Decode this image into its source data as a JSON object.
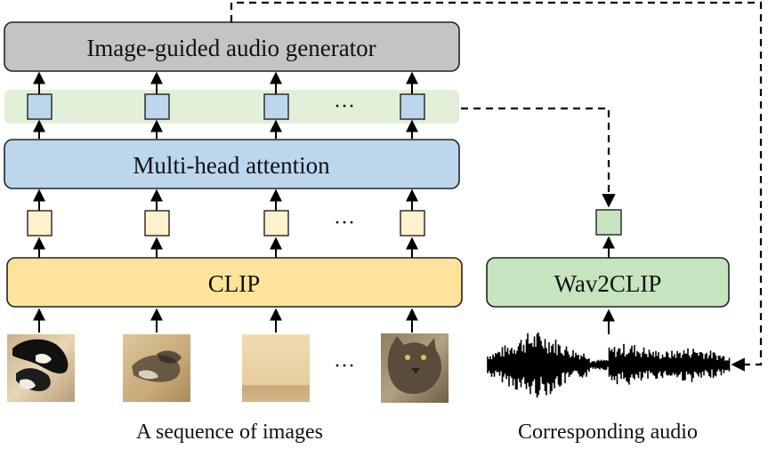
{
  "boxes": {
    "generator": {
      "label": "Image-guided audio generator",
      "fill": "#c4c4c4"
    },
    "attention": {
      "label": "Multi-head attention",
      "fill": "#bcd6ee"
    },
    "clip": {
      "label": "CLIP",
      "fill": "#fde49a"
    },
    "wav2clip": {
      "label": "Wav2CLIP",
      "fill": "#c6e4bd"
    }
  },
  "token_rows": {
    "attended": {
      "fill": "#bcd6ee",
      "band": "#e2f0d9",
      "ellipsis": "···"
    },
    "clip_tokens": {
      "fill": "#fff1cc",
      "ellipsis": "···"
    },
    "audio_token": {
      "fill": "#c6e4bd"
    }
  },
  "images": {
    "ellipsis": "···",
    "frames": [
      "cat-frame-1",
      "cat-frame-2-motion-blur",
      "wall-floor-frame",
      "cat-frame-4"
    ]
  },
  "captions": {
    "images": "A sequence of images",
    "audio": "Corresponding audio"
  }
}
